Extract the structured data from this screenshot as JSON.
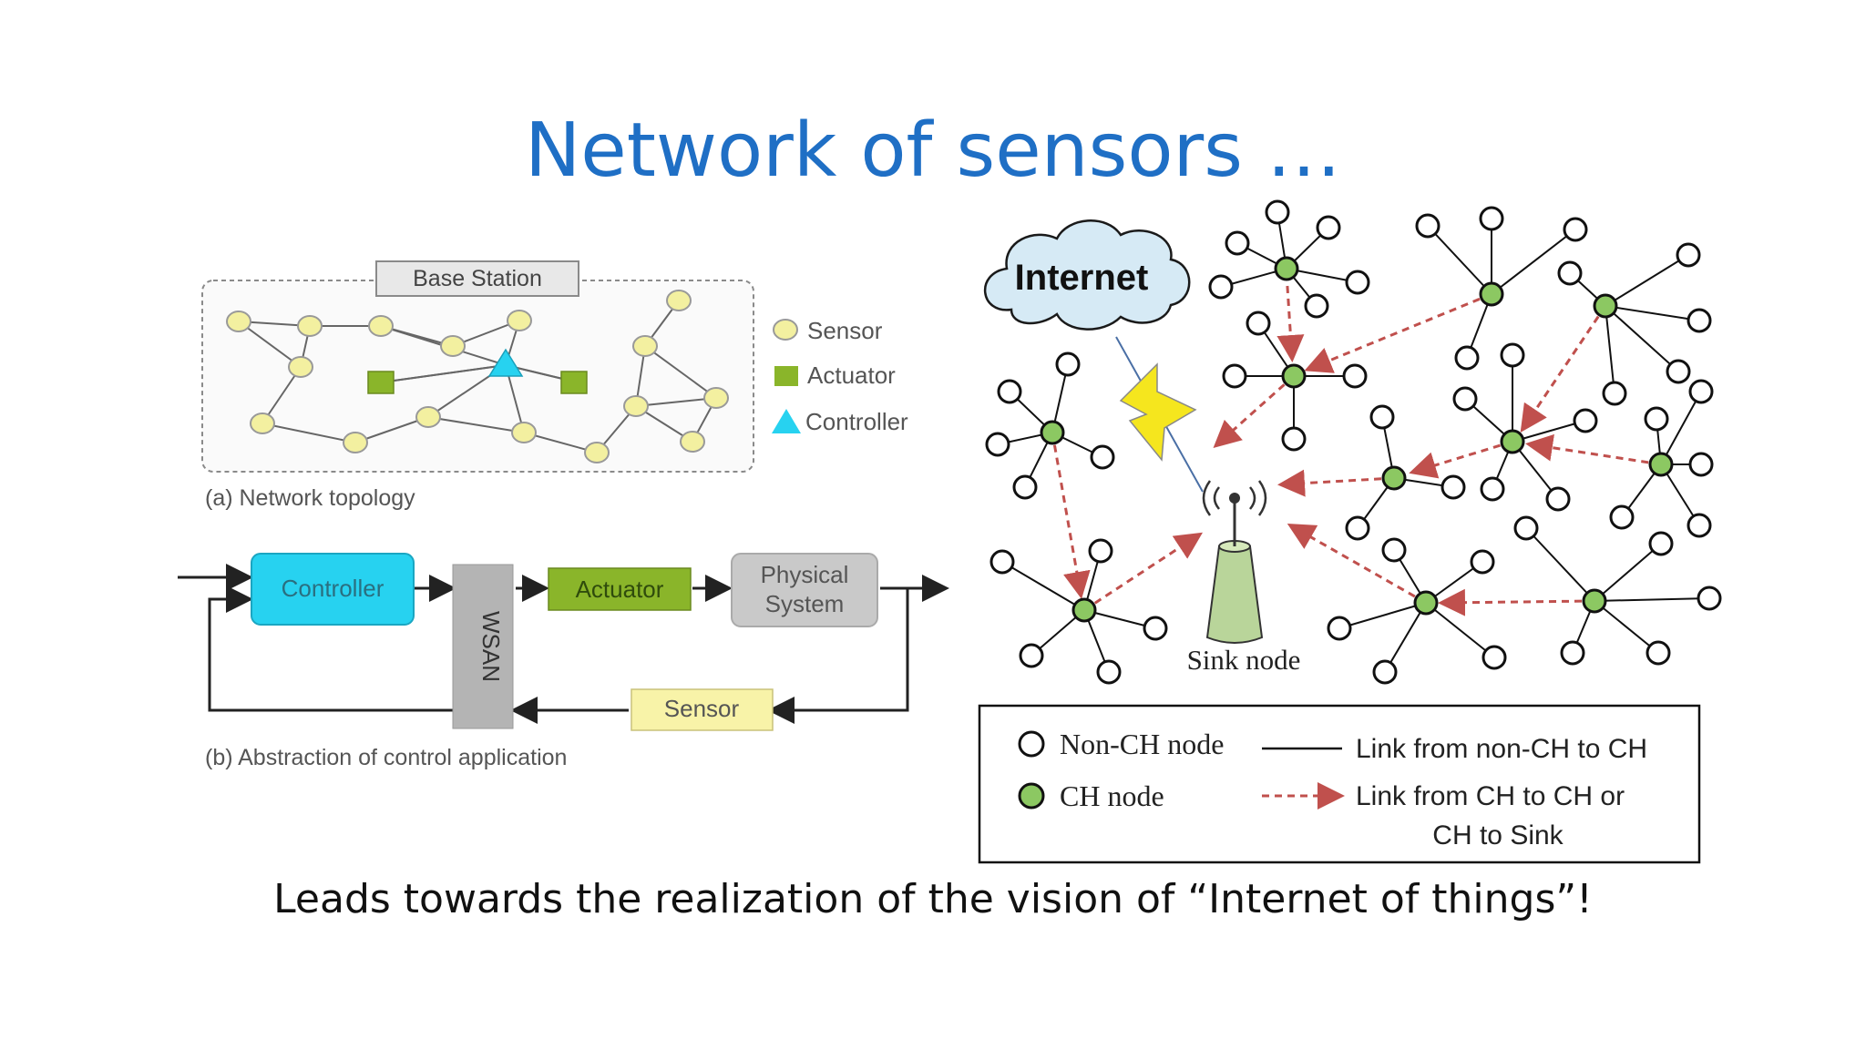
{
  "slide": {
    "title": "Network of sensors …",
    "caption": "Leads towards the realization of the vision of “Internet of things”!"
  },
  "left_figure": {
    "base_station_label": "Base Station",
    "legend": [
      {
        "icon": "sensor-circle-icon",
        "label": "Sensor"
      },
      {
        "icon": "actuator-square-icon",
        "label": "Actuator"
      },
      {
        "icon": "controller-triangle-icon",
        "label": "Controller"
      }
    ],
    "caption_a": "(a) Network topology",
    "blocks": {
      "controller": "Controller",
      "wsan": "WSAN",
      "actuator": "Actuator",
      "physical_line1": "Physical",
      "physical_line2": "System",
      "sensor": "Sensor"
    },
    "caption_b": "(b) Abstraction of control application",
    "colors": {
      "sensor": "#f3f0a0",
      "actuator": "#8ab52a",
      "controller": "#27d2f0",
      "physical": "#c9c9c9",
      "wsan": "#b4b4b4"
    }
  },
  "right_figure": {
    "cloud_label": "Internet",
    "sink_label": "Sink node",
    "legend": {
      "non_ch": "Non-CH node",
      "ch": "CH node",
      "link_solid": "Link from non-CH to CH",
      "link_dashed_line1": "Link from CH to CH or",
      "link_dashed_line2": "CH to Sink"
    },
    "colors": {
      "ch_node": "#8cc862",
      "dashed_link": "#c0504d",
      "cloud": "#d6eaf5",
      "lightning": "#f5e61e"
    }
  }
}
